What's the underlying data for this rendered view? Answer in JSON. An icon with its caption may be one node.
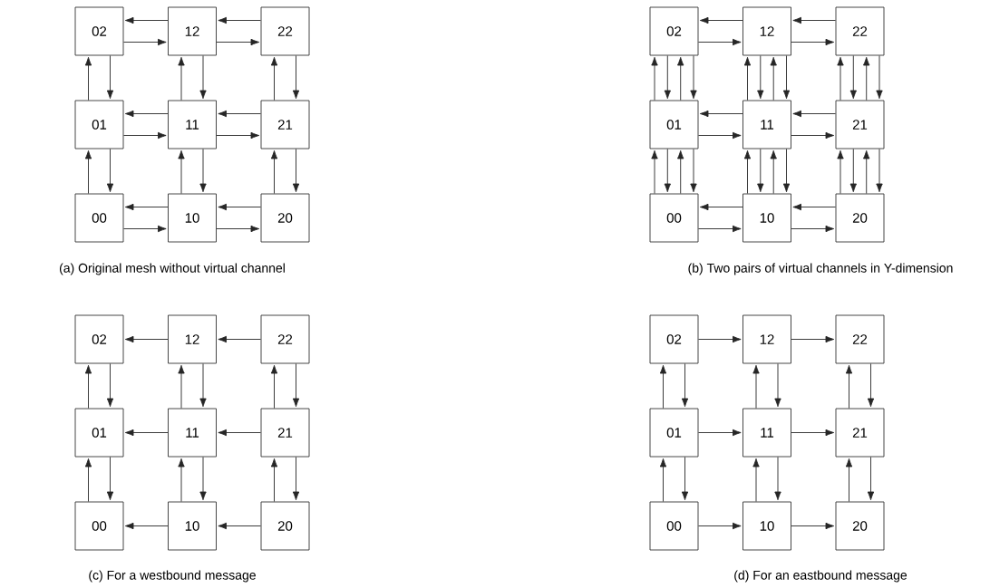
{
  "diagram": {
    "nodes": [
      {
        "text": [
          "02"
        ]
      },
      {
        "text": [
          "12"
        ]
      },
      {
        "text": [
          "22"
        ]
      },
      {
        "text": [
          "01"
        ]
      },
      {
        "text": [
          "11"
        ]
      },
      {
        "text": [
          "21"
        ]
      },
      {
        "text": [
          "00"
        ]
      },
      {
        "text": [
          "10"
        ]
      },
      {
        "text": [
          "20"
        ]
      },
      {
        "text": [
          "02"
        ]
      },
      {
        "text": [
          "12"
        ]
      },
      {
        "text": [
          "22"
        ]
      },
      {
        "text": [
          "01"
        ]
      },
      {
        "text": [
          "11"
        ]
      },
      {
        "text": [
          "21"
        ]
      },
      {
        "text": [
          "00"
        ]
      },
      {
        "text": [
          "10"
        ]
      },
      {
        "text": [
          "20"
        ]
      },
      {
        "text": [
          "02"
        ]
      },
      {
        "text": [
          "12"
        ]
      },
      {
        "text": [
          "22"
        ]
      },
      {
        "text": [
          "01"
        ]
      },
      {
        "text": [
          "11"
        ]
      },
      {
        "text": [
          "21"
        ]
      },
      {
        "text": [
          "00"
        ]
      },
      {
        "text": [
          "10"
        ]
      },
      {
        "text": [
          "20"
        ]
      },
      {
        "text": [
          "02"
        ]
      },
      {
        "text": [
          "12"
        ]
      },
      {
        "text": [
          "22"
        ]
      },
      {
        "text": [
          "01"
        ]
      },
      {
        "text": [
          "11"
        ]
      },
      {
        "text": [
          "21"
        ]
      },
      {
        "text": [
          "00"
        ]
      },
      {
        "text": [
          "10"
        ]
      },
      {
        "text": [
          "20"
        ]
      }
    ],
    "edges": [
      {
        "from": 1,
        "to": 0,
        "arrow": "to"
      },
      {
        "from": 0,
        "to": 1,
        "arrow": "to"
      },
      {
        "from": 2,
        "to": 1,
        "arrow": "to"
      },
      {
        "from": 1,
        "to": 2,
        "arrow": "to"
      },
      {
        "from": 4,
        "to": 3,
        "arrow": "to"
      },
      {
        "from": 3,
        "to": 4,
        "arrow": "to"
      },
      {
        "from": 5,
        "to": 4,
        "arrow": "to"
      },
      {
        "from": 4,
        "to": 5,
        "arrow": "to"
      },
      {
        "from": 7,
        "to": 6,
        "arrow": "to"
      },
      {
        "from": 6,
        "to": 7,
        "arrow": "to"
      },
      {
        "from": 8,
        "to": 7,
        "arrow": "to"
      },
      {
        "from": 7,
        "to": 8,
        "arrow": "to"
      },
      {
        "from": 3,
        "to": 0,
        "arrow": "to"
      },
      {
        "from": 0,
        "to": 3,
        "arrow": "to"
      },
      {
        "from": 6,
        "to": 3,
        "arrow": "to"
      },
      {
        "from": 3,
        "to": 6,
        "arrow": "to"
      },
      {
        "from": 4,
        "to": 1,
        "arrow": "to"
      },
      {
        "from": 1,
        "to": 4,
        "arrow": "to"
      },
      {
        "from": 7,
        "to": 4,
        "arrow": "to"
      },
      {
        "from": 4,
        "to": 7,
        "arrow": "to"
      },
      {
        "from": 5,
        "to": 2,
        "arrow": "to"
      },
      {
        "from": 2,
        "to": 5,
        "arrow": "to"
      },
      {
        "from": 8,
        "to": 5,
        "arrow": "to"
      },
      {
        "from": 5,
        "to": 8,
        "arrow": "to"
      },
      {
        "from": 10,
        "to": 9,
        "arrow": "to"
      },
      {
        "from": 9,
        "to": 10,
        "arrow": "to"
      },
      {
        "from": 11,
        "to": 10,
        "arrow": "to"
      },
      {
        "from": 10,
        "to": 11,
        "arrow": "to"
      },
      {
        "from": 13,
        "to": 12,
        "arrow": "to"
      },
      {
        "from": 12,
        "to": 13,
        "arrow": "to"
      },
      {
        "from": 14,
        "to": 13,
        "arrow": "to"
      },
      {
        "from": 13,
        "to": 14,
        "arrow": "to"
      },
      {
        "from": 16,
        "to": 15,
        "arrow": "to"
      },
      {
        "from": 15,
        "to": 16,
        "arrow": "to"
      },
      {
        "from": 17,
        "to": 16,
        "arrow": "to"
      },
      {
        "from": 16,
        "to": 17,
        "arrow": "to"
      },
      {
        "from": 12,
        "to": 9,
        "arrow": "to"
      },
      {
        "from": 9,
        "to": 12,
        "arrow": "to"
      },
      {
        "from": 12,
        "to": 9,
        "arrow": "to"
      },
      {
        "from": 9,
        "to": 12,
        "arrow": "to"
      },
      {
        "from": 15,
        "to": 12,
        "arrow": "to"
      },
      {
        "from": 12,
        "to": 15,
        "arrow": "to"
      },
      {
        "from": 15,
        "to": 12,
        "arrow": "to"
      },
      {
        "from": 12,
        "to": 15,
        "arrow": "to"
      },
      {
        "from": 13,
        "to": 10,
        "arrow": "to"
      },
      {
        "from": 10,
        "to": 13,
        "arrow": "to"
      },
      {
        "from": 13,
        "to": 10,
        "arrow": "to"
      },
      {
        "from": 10,
        "to": 13,
        "arrow": "to"
      },
      {
        "from": 16,
        "to": 13,
        "arrow": "to"
      },
      {
        "from": 13,
        "to": 16,
        "arrow": "to"
      },
      {
        "from": 16,
        "to": 13,
        "arrow": "to"
      },
      {
        "from": 13,
        "to": 16,
        "arrow": "to"
      },
      {
        "from": 14,
        "to": 11,
        "arrow": "to"
      },
      {
        "from": 11,
        "to": 14,
        "arrow": "to"
      },
      {
        "from": 14,
        "to": 11,
        "arrow": "to"
      },
      {
        "from": 11,
        "to": 14,
        "arrow": "to"
      },
      {
        "from": 17,
        "to": 14,
        "arrow": "to"
      },
      {
        "from": 14,
        "to": 17,
        "arrow": "to"
      },
      {
        "from": 17,
        "to": 14,
        "arrow": "to"
      },
      {
        "from": 14,
        "to": 17,
        "arrow": "to"
      },
      {
        "from": 19,
        "to": 18,
        "arrow": "to"
      },
      {
        "from": 20,
        "to": 19,
        "arrow": "to"
      },
      {
        "from": 22,
        "to": 21,
        "arrow": "to"
      },
      {
        "from": 23,
        "to": 22,
        "arrow": "to"
      },
      {
        "from": 25,
        "to": 24,
        "arrow": "to"
      },
      {
        "from": 26,
        "to": 25,
        "arrow": "to"
      },
      {
        "from": 21,
        "to": 18,
        "arrow": "to"
      },
      {
        "from": 18,
        "to": 21,
        "arrow": "to"
      },
      {
        "from": 24,
        "to": 21,
        "arrow": "to"
      },
      {
        "from": 21,
        "to": 24,
        "arrow": "to"
      },
      {
        "from": 22,
        "to": 19,
        "arrow": "to"
      },
      {
        "from": 19,
        "to": 22,
        "arrow": "to"
      },
      {
        "from": 25,
        "to": 22,
        "arrow": "to"
      },
      {
        "from": 22,
        "to": 25,
        "arrow": "to"
      },
      {
        "from": 23,
        "to": 20,
        "arrow": "to"
      },
      {
        "from": 20,
        "to": 23,
        "arrow": "to"
      },
      {
        "from": 26,
        "to": 23,
        "arrow": "to"
      },
      {
        "from": 23,
        "to": 26,
        "arrow": "to"
      },
      {
        "from": 27,
        "to": 28,
        "arrow": "to"
      },
      {
        "from": 28,
        "to": 29,
        "arrow": "to"
      },
      {
        "from": 30,
        "to": 31,
        "arrow": "to"
      },
      {
        "from": 31,
        "to": 32,
        "arrow": "to"
      },
      {
        "from": 33,
        "to": 34,
        "arrow": "to"
      },
      {
        "from": 34,
        "to": 35,
        "arrow": "to"
      },
      {
        "from": 30,
        "to": 27,
        "arrow": "to"
      },
      {
        "from": 27,
        "to": 30,
        "arrow": "to"
      },
      {
        "from": 33,
        "to": 30,
        "arrow": "to"
      },
      {
        "from": 30,
        "to": 33,
        "arrow": "to"
      },
      {
        "from": 31,
        "to": 28,
        "arrow": "to"
      },
      {
        "from": 28,
        "to": 31,
        "arrow": "to"
      },
      {
        "from": 34,
        "to": 31,
        "arrow": "to"
      },
      {
        "from": 31,
        "to": 34,
        "arrow": "to"
      },
      {
        "from": 32,
        "to": 29,
        "arrow": "to"
      },
      {
        "from": 29,
        "to": 32,
        "arrow": "to"
      },
      {
        "from": 35,
        "to": 32,
        "arrow": "to"
      },
      {
        "from": 32,
        "to": 35,
        "arrow": "to"
      }
    ],
    "labels": [
      "(a) Original mesh without virtual channel",
      "(b) Two pairs of virtual channels in Y-dimension",
      "(c) For a westbound message",
      "(d) For an eastbound message"
    ]
  }
}
